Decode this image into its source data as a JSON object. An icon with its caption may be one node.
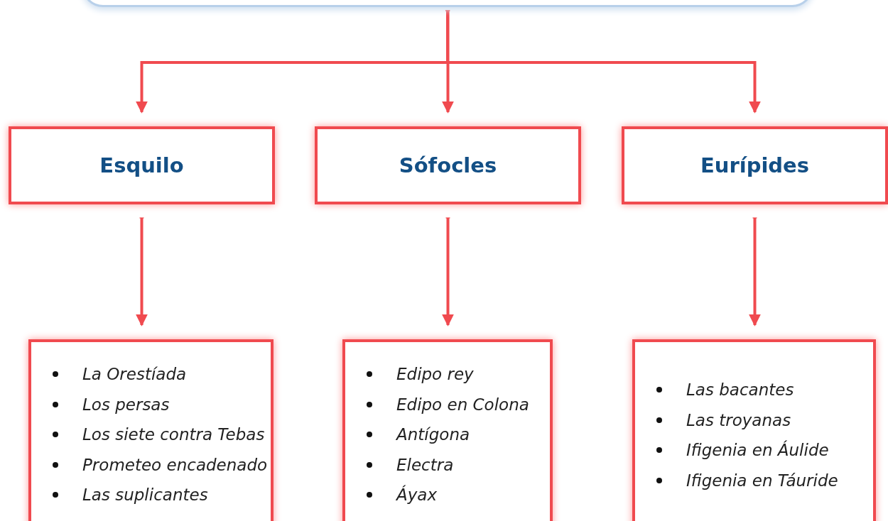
{
  "diagram": {
    "nodes": [
      {
        "text": [],
        "shape": "box"
      },
      {
        "text": [
          "Esquilo"
        ]
      },
      {
        "text": [
          "Sófocles"
        ]
      },
      {
        "text": [
          "Eurípides"
        ]
      },
      {
        "text": [
          "La Orestíada",
          "Los persas",
          "Los siete contra Tebas",
          "Prometeo encadenado",
          "Las suplicantes"
        ]
      },
      {
        "text": [
          "Edipo rey",
          "Edipo en Colona",
          "Antígona",
          "Electra",
          "Áyax"
        ]
      },
      {
        "text": [
          "Las bacantes",
          "Las troyanas",
          "Ifigenia en Áulide",
          "Ifigenia en Táuride"
        ]
      }
    ],
    "edges": [
      {
        "from": 0,
        "to": 1,
        "arrow": "to"
      },
      {
        "from": 0,
        "to": 2,
        "arrow": "to"
      },
      {
        "from": 0,
        "to": 3,
        "arrow": "to"
      },
      {
        "from": 1,
        "to": 4,
        "arrow": "to"
      },
      {
        "from": 2,
        "to": 5,
        "arrow": "to"
      },
      {
        "from": 3,
        "to": 6,
        "arrow": "to"
      }
    ]
  }
}
